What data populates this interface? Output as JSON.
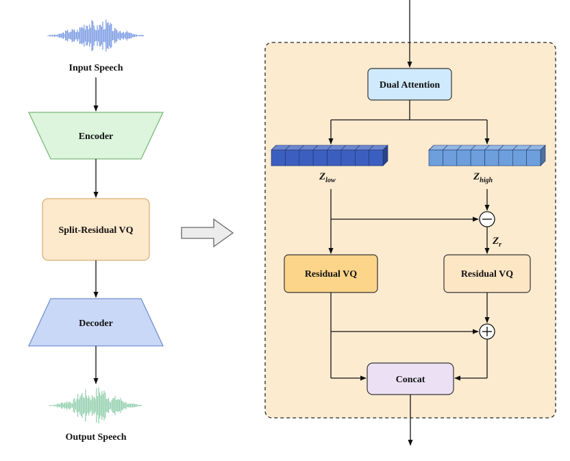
{
  "left_pipeline": {
    "input_label": "Input Speech",
    "encoder": "Encoder",
    "split_residual_vq": "Split-Residual VQ",
    "decoder": "Decoder",
    "output_label": "Output Speech",
    "input_wave_color": "#6a8ee0",
    "output_wave_color": "#86c9a4"
  },
  "detail": {
    "dual_attention": "Dual Attention",
    "z_low": {
      "main": "Z",
      "sub": "low"
    },
    "z_high": {
      "main": "Z",
      "sub": "high"
    },
    "z_r": {
      "main": "Z",
      "sub": "r"
    },
    "residual_vq_left": "Residual VQ",
    "residual_vq_right": "Residual VQ",
    "concat": "Concat",
    "subtract_symbol": "minus",
    "add_symbol": "plus"
  },
  "colors": {
    "encoder_fill": "#dcf5dc",
    "encoder_stroke": "#7ab87a",
    "srvq_fill": "#fde9cc",
    "srvq_stroke": "#d8b070",
    "decoder_fill": "#cad8f7",
    "decoder_stroke": "#7090d0",
    "panel_fill": "#fdebd0",
    "dual_attention_fill": "#cfeafc",
    "rvq_left_fill": "#fcd48a",
    "rvq_right_fill": "#fde6c4",
    "concat_fill": "#ece0f5",
    "z_low_color": "#3b5fc0",
    "z_high_color": "#6c9fdc"
  }
}
